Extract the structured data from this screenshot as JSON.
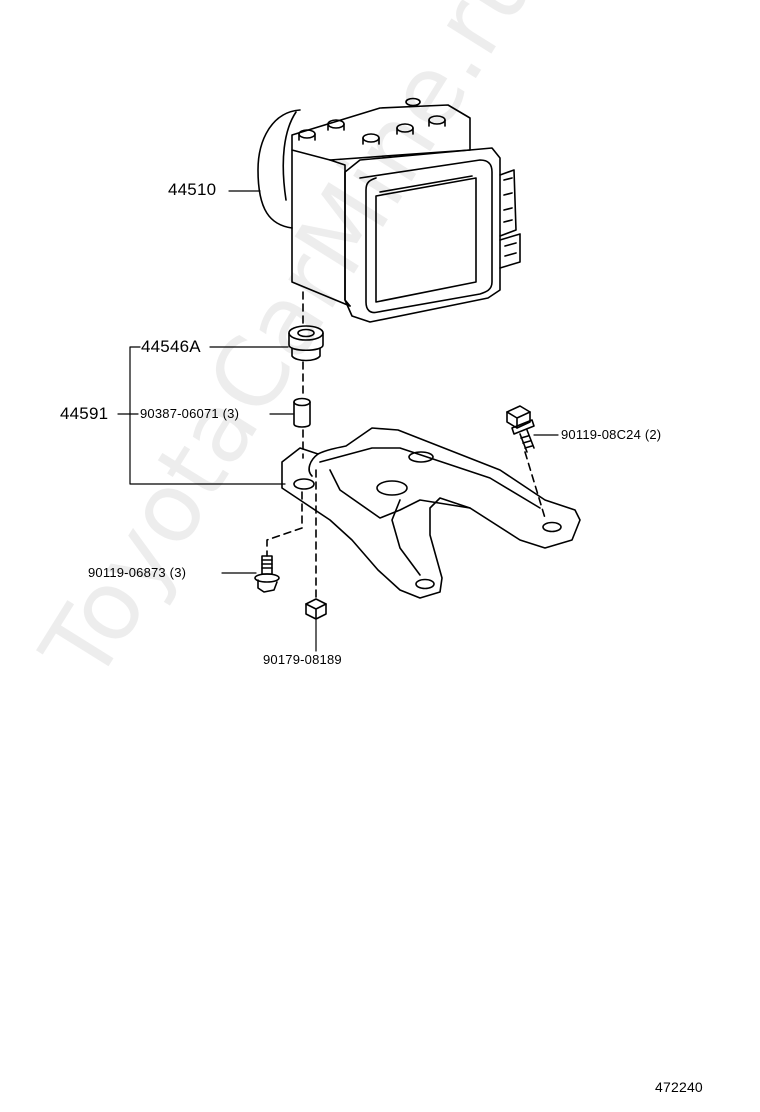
{
  "watermark": "ToyotaCarMine.ru",
  "diagram_id": "472240",
  "labels": {
    "abs_actuator": "44510",
    "grommet": "44546A",
    "bracket_assy": "44591",
    "collar": "90387-06071 (3)",
    "bolt_right": "90119-08C24 (2)",
    "bolt_left": "90119-06873 (3)",
    "nut": "90179-08189"
  },
  "colors": {
    "line": "#000000",
    "background": "#ffffff"
  }
}
